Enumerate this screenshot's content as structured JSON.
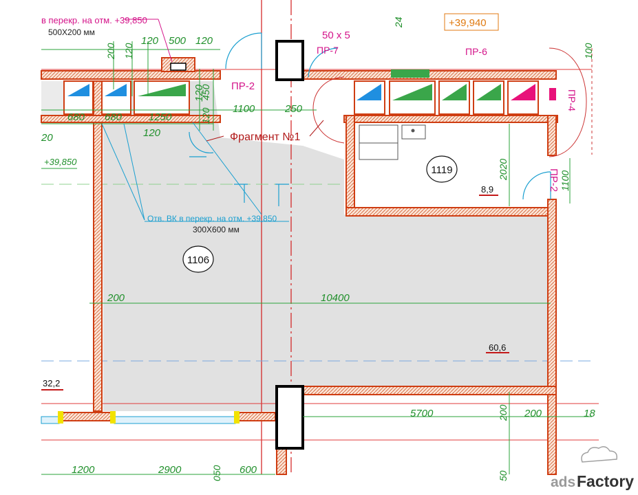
{
  "notes": {
    "slab_opening_1_line1": "в перекр. на отм. +39,850",
    "slab_opening_1_line2": "500Х200 мм",
    "vk_opening_line1": "Отв. ВК в перекр. на отм. +39,850",
    "vk_opening_line2": "300Х600 мм",
    "fragment": "Фрагмент №1"
  },
  "elevations": {
    "top": "+39,940",
    "left": "+39,850"
  },
  "openings": {
    "size": "50 х 5",
    "pr7": "ПР-7",
    "pr6": "ПР-6",
    "pr2_top": "ПР-2",
    "pr2_right": "ПР-2",
    "pr4": "ПР-4"
  },
  "rooms": [
    {
      "number": "1106",
      "area": "60,6"
    },
    {
      "number": "1119",
      "area": "8,9"
    }
  ],
  "left_area": "32,2",
  "dimensions": {
    "top_h": [
      "120",
      "500",
      "120",
      "680",
      "680",
      "1250",
      "120",
      "1100",
      "250",
      "120"
    ],
    "top_v": [
      "200",
      "120",
      "450",
      "120",
      "24"
    ],
    "left_partial": "20",
    "right_v": [
      "2020",
      "1100",
      "100"
    ],
    "main": [
      "200",
      "10400"
    ],
    "lower": [
      "5700",
      "200",
      "18"
    ],
    "lower_v": [
      "200"
    ],
    "bottom": [
      "1200",
      "2900",
      "050",
      "600",
      "50"
    ]
  },
  "watermark": {
    "brand_prefix": "ads",
    "brand_suffix": "Factory"
  }
}
